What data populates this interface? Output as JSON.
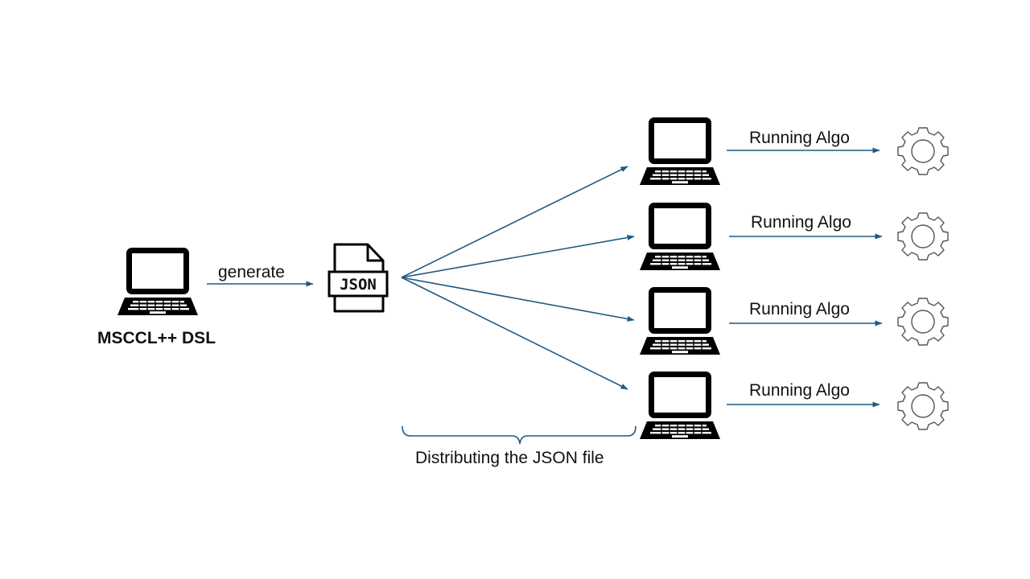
{
  "source": {
    "label": "MSCCL++ DSL"
  },
  "edges": {
    "generate_label": "generate",
    "distribute_label": "Distributing the JSON file"
  },
  "file": {
    "badge": "JSON",
    "icon": "json-file-icon"
  },
  "targets": [
    {
      "run_label": "Running Algo",
      "icon": "gear-icon"
    },
    {
      "run_label": "Running Algo",
      "icon": "gear-icon"
    },
    {
      "run_label": "Running Algo",
      "icon": "gear-icon"
    },
    {
      "run_label": "Running Algo",
      "icon": "gear-icon"
    }
  ],
  "colors": {
    "arrow": "#1f5a80",
    "icon": "#000000",
    "gear": "#555555",
    "text": "#111111"
  }
}
